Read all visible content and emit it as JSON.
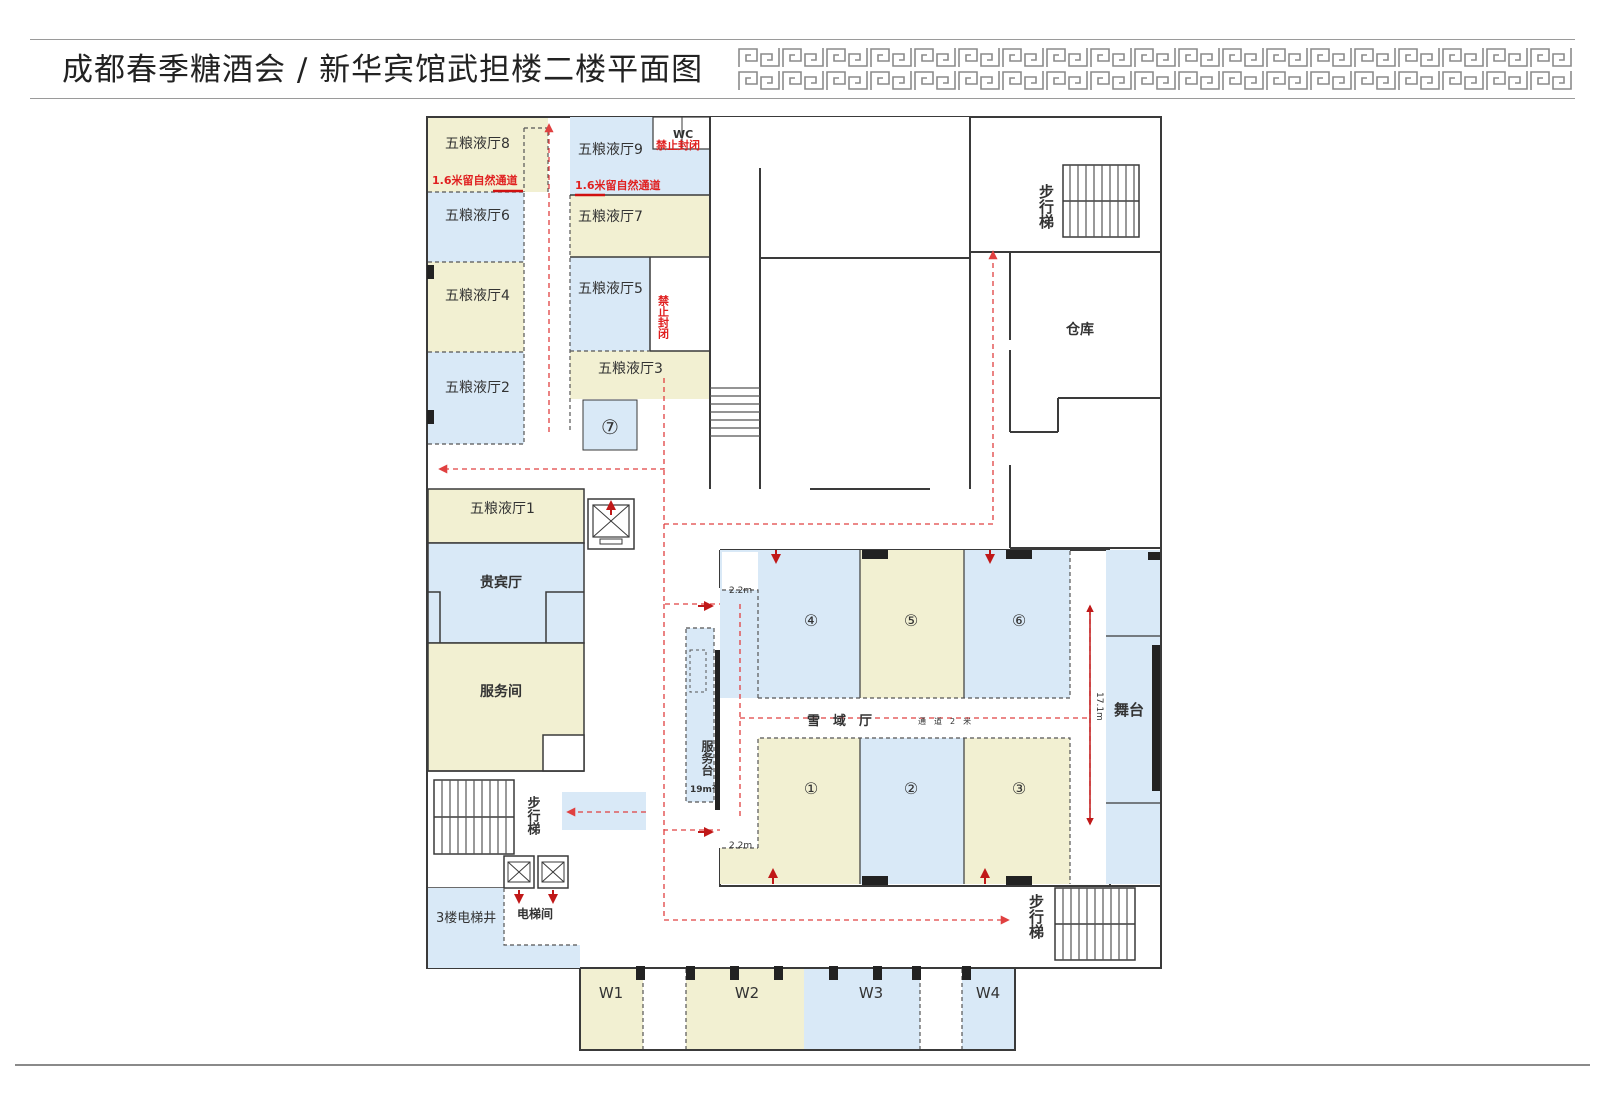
{
  "title": "成都春季糖酒会 / 新华宾馆武担楼二楼平面图",
  "colors": {
    "blue": "#d9e9f7",
    "cream": "#f2f0d2",
    "wall": "#3a3a3a",
    "route": "#e04040",
    "marker": "#c01818"
  },
  "rooms": {
    "hall8": "五粮液厅8",
    "hall9": "五粮液厅9",
    "hall6": "五粮液厅6",
    "hall7": "五粮液厅7",
    "hall4": "五粮液厅4",
    "hall5": "五粮液厅5",
    "hall2": "五粮液厅2",
    "hall3": "五粮液厅3",
    "hall1": "五粮液厅1",
    "vip": "贵宾厅",
    "service_room": "服务间",
    "warehouse": "仓库",
    "stage": "舞台",
    "snow_hall": "雪　域　厅",
    "service_desk": "服务台",
    "service_desk_area": "19m²",
    "elevator_room": "电梯间",
    "elevator_shaft": "3楼电梯井",
    "wc": "WC"
  },
  "booths": {
    "b1": "①",
    "b2": "②",
    "b3": "③",
    "b4": "④",
    "b5": "⑤",
    "b6": "⑥",
    "b7": "⑦"
  },
  "bottom_halls": {
    "w1": "W1",
    "w2": "W2",
    "w3": "W3",
    "w4": "W4"
  },
  "stairs": {
    "label": "步行梯"
  },
  "notices": {
    "channel": "1.6米留自然通道",
    "no_close": "禁止封闭",
    "aisle": "通　道　2　米"
  },
  "dimensions": {
    "gap_top": "2.2m",
    "gap_bottom": "2.2m",
    "stage_len": "17.1m"
  }
}
